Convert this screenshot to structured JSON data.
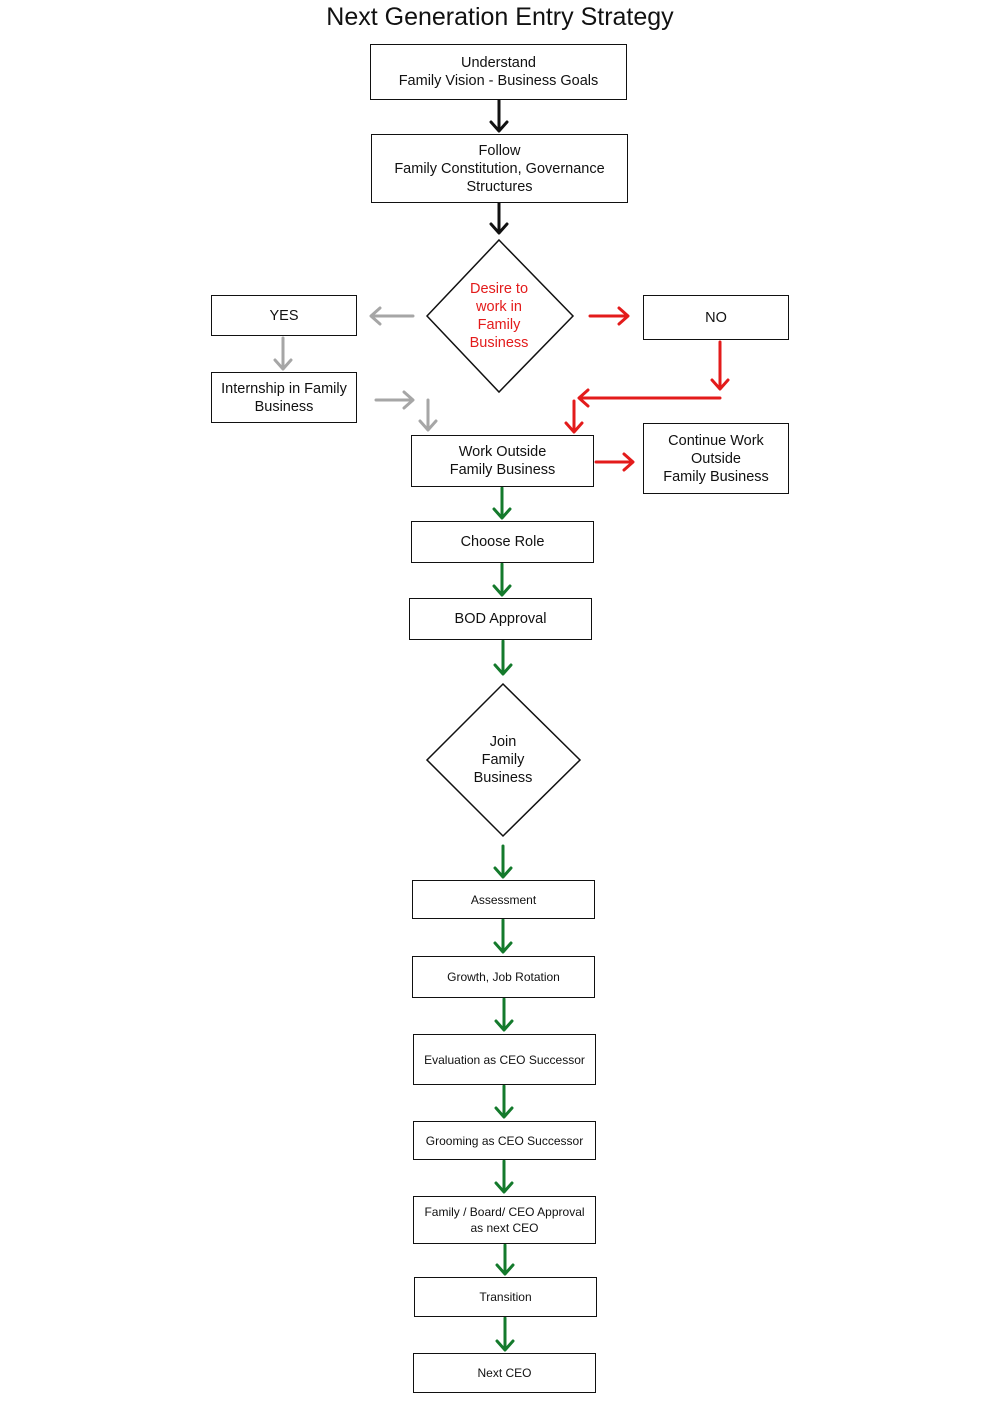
{
  "title": "Next Generation Entry Strategy",
  "colors": {
    "black": "#111111",
    "gray": "#a6a6a6",
    "red": "#e31b1b",
    "green": "#147a2c"
  },
  "nodes": {
    "understand": "Understand\nFamily Vision - Business Goals",
    "follow": "Follow\nFamily Constitution, Governance\nStructures",
    "desire": "Desire to\nwork in\nFamily\nBusiness",
    "yes": "YES",
    "no": "NO",
    "internship": "Internship in Family\nBusiness",
    "work_outside": "Work Outside\nFamily Business",
    "continue_outside": "Continue Work\nOutside\nFamily Business",
    "choose_role": "Choose Role",
    "bod_approval": "BOD Approval",
    "join": "Join\nFamily\nBusiness",
    "assessment": "Assessment",
    "growth": "Growth, Job Rotation",
    "evaluation": "Evaluation as CEO Successor",
    "grooming": "Grooming as CEO Successor",
    "approval": "Family / Board/ CEO Approval\nas next CEO",
    "transition": "Transition",
    "next_ceo": "Next CEO"
  }
}
